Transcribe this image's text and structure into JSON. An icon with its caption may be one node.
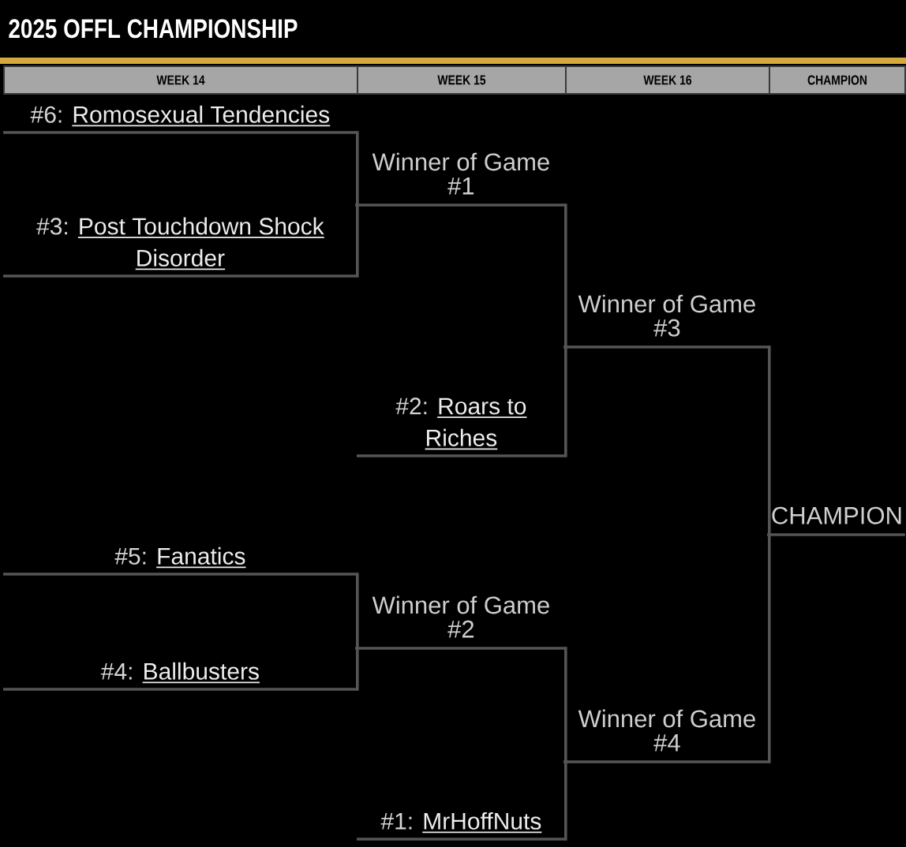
{
  "diagram": {
    "title": "2025 OFFL CHAMPIONSHIP",
    "nodes": [
      {
        "text": [
          "WEEK 14"
        ]
      },
      {
        "text": [
          "WEEK 15"
        ]
      },
      {
        "text": [
          "WEEK 16"
        ]
      },
      {
        "text": [
          "CHAMPION"
        ]
      },
      {
        "text": [
          "#6:",
          "Romosexual Tendencies"
        ]
      },
      {
        "text": [
          "#3:",
          "Post Touchdown Shock Disorder"
        ]
      },
      {
        "text": [
          "#5:",
          "Fanatics"
        ]
      },
      {
        "text": [
          "#4:",
          "Ballbusters"
        ]
      },
      {
        "text": [
          "Winner of Game #1"
        ]
      },
      {
        "text": [
          "#2:",
          "Roars to Riches"
        ]
      },
      {
        "text": [
          "Winner of Game #2"
        ]
      },
      {
        "text": [
          "#1:",
          "MrHoffNuts"
        ]
      },
      {
        "text": [
          "Winner of Game #3"
        ]
      },
      {
        "text": [
          "Winner of Game #4"
        ]
      },
      {
        "text": [
          "CHAMPION"
        ]
      }
    ],
    "edges": [
      {
        "from": 4,
        "to": 8,
        "arrow": "none"
      },
      {
        "from": 5,
        "to": 8,
        "arrow": "none"
      },
      {
        "from": 6,
        "to": 10,
        "arrow": "none"
      },
      {
        "from": 7,
        "to": 10,
        "arrow": "none"
      },
      {
        "from": 8,
        "to": 12,
        "arrow": "none"
      },
      {
        "from": 9,
        "to": 12,
        "arrow": "none"
      },
      {
        "from": 10,
        "to": 13,
        "arrow": "none"
      },
      {
        "from": 11,
        "to": 13,
        "arrow": "none"
      },
      {
        "from": 12,
        "to": 14,
        "arrow": "none"
      },
      {
        "from": 13,
        "to": 14,
        "arrow": "none"
      }
    ]
  }
}
